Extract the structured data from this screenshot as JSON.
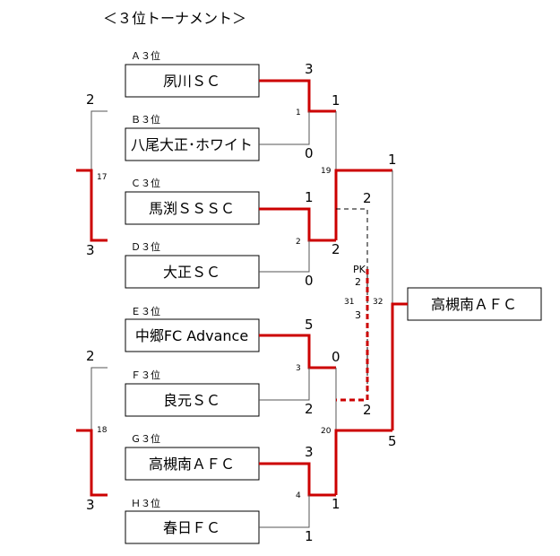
{
  "title": "＜３位トーナメント＞",
  "seeds": [
    "Ａ３位",
    "Ｂ３位",
    "Ｃ３位",
    "Ｄ３位",
    "Ｅ３位",
    "Ｆ３位",
    "Ｇ３位",
    "Ｈ３位"
  ],
  "teams": [
    "夙川ＳＣ",
    "八尾大正･ホワイト",
    "馬渕ＳＳＳＣ",
    "大正ＳＣ",
    "中郷FC Advance",
    "良元ＳＣ",
    "高槻南ＡＦＣ",
    "春日ＦＣ"
  ],
  "champion": "高槻南ＡＦＣ",
  "match_numbers": {
    "m1": "1",
    "m2": "2",
    "m3": "3",
    "m4": "4",
    "m17": "17",
    "m18": "18",
    "m19": "19",
    "m20": "20",
    "m31": "31",
    "m32": "32"
  },
  "scores": {
    "r1_a": "3",
    "r1_b": "0",
    "r1_c": "1",
    "r1_d": "0",
    "r1_e": "5",
    "r1_f": "2",
    "r1_g": "3",
    "r1_h": "1",
    "ab_winner": "1",
    "cd_winner": "2",
    "ef_winner": "0",
    "gh_winner": "1",
    "sf_top": "1",
    "sf_bottom": "5",
    "s17_top": "2",
    "s17_bottom": "3",
    "s18_top": "2",
    "s18_bottom": "3",
    "m31_top": "2",
    "m31_bottom": "2",
    "pk_label": "PK",
    "pk_top": "2",
    "pk_bottom": "3"
  },
  "colors": {
    "winner_line": "#cc0000",
    "line": "#555555"
  }
}
